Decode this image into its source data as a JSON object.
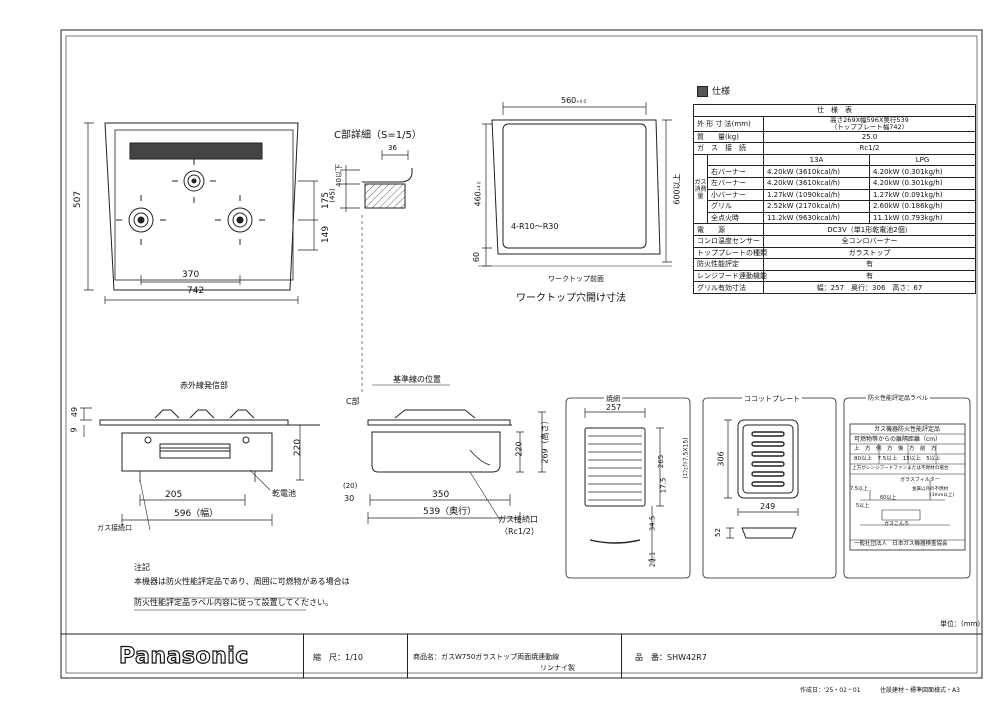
{
  "spec": {
    "header": "仕様",
    "table_title": "仕　様　表",
    "rows": {
      "size_label": "外 形 寸 法(mm)",
      "size_value": "高さ269X幅596X奥行539",
      "size_value2": "（トッププレート幅742）",
      "weight_label": "質　　量(kg)",
      "weight_value": "25.0",
      "gas_conn_label": "ガ　ス　接　続",
      "gas_conn_value": "Rc1/2",
      "gas_consumption_label": "ガス消費量",
      "col_13a": "13A",
      "col_lpg": "LPG",
      "burners": [
        {
          "name": "右バーナー",
          "a13": "4.20kW (3610kcal/h)",
          "lpg": "4.20kW (0.301kg/h)"
        },
        {
          "name": "左バーナー",
          "a13": "4.20kW (3610kcal/h)",
          "lpg": "4.20kW (0.301kg/h)"
        },
        {
          "name": "小バーナー",
          "a13": "1.27kW (1090kcal/h)",
          "lpg": "1.27kW (0.091kg/h)"
        },
        {
          "name": "グリル",
          "a13": "2.52kW (2170kcal/h)",
          "lpg": "2.60kW (0.186kg/h)"
        },
        {
          "name": "全点火時",
          "a13": "11.2kW (9630kcal/h)",
          "lpg": "11.1kW (0.793kg/h)"
        }
      ],
      "power_label": "電　　源",
      "power_value": "DC3V（単1形乾電池2個）",
      "sensor_label": "コンロ温度センサー",
      "sensor_value": "全コンロバーナー",
      "top_label": "トッププレートの種類",
      "top_value": "ガラストップ",
      "fire_label": "防火性能評定",
      "fire_value": "有",
      "hood_label": "レンジフード連動機能",
      "hood_value": "有",
      "grill_label": "グリル有効寸法",
      "grill_value": "幅：257　奥行：306　高さ：67"
    }
  },
  "drawing": {
    "dims_top": {
      "d507": "507",
      "d175": "175",
      "d149": "149",
      "d370": "370",
      "d742": "742"
    },
    "detail": {
      "title": "C部詳細（S=1/5）",
      "d36": "36",
      "d40": "40以下",
      "d45": "(45)"
    },
    "cutout": {
      "title": "ワークトップ穴開け寸法",
      "d560": "560",
      "d560_tol": "+4 0",
      "d460": "460",
      "d460_tol": "+4 0",
      "d600": "600以上",
      "d60": "60",
      "radius": "4-R10～R30",
      "front": "ワークトップ前面"
    },
    "front_view": {
      "ir_label": "赤外線発信部",
      "d49": "49",
      "d9": "9",
      "d220": "220",
      "d205": "205",
      "d596": "596（幅）",
      "battery": "乾電池",
      "gas_inlet": "ガス接続口"
    },
    "side_view": {
      "baseline": "基準線の位置",
      "c_part": "C部",
      "d220": "220",
      "d269": "269（高さ）",
      "d20": "(20)",
      "d30": "30",
      "d350": "350",
      "d539": "539（奥行）",
      "gas_inlet": "ガス接続口",
      "rc": "（Rc1/2）"
    },
    "grill_net": {
      "title": "焼網",
      "d257": "257",
      "d265": "265",
      "d175": "17.5",
      "d_eff": "(ｴﾌｪｸﾄ7.5X15)",
      "d345": "34.5",
      "d201": "20.1"
    },
    "cocotte": {
      "title": "ココットプレート",
      "d306": "306",
      "d249": "249",
      "d52": "52"
    },
    "label": {
      "title": "防火性能評定品ラベル",
      "l1": "ガス機器防火性能評定品",
      "l2": "可燃物等からの離隔距離（cm）",
      "l3": "上　方　側　方　後　方　前　方",
      "l4": "80以上　7.5以上　15以上　5以上",
      "l5": "上方がレンジフードファンまたは不燃材の場合",
      "filter": "ガラスフィルター",
      "metal": "金属以外の不燃材",
      "metal2": "(3mm以上)",
      "k1": "7.5以上",
      "k2": "60以上",
      "k3": "5以上",
      "k4": "ガスこんろ",
      "foot": "一般社団法人　日本ガス機器検査協会"
    },
    "notes": {
      "title": "注記",
      "line1": "本機器は防火性能評定品であり、周囲に可燃物がある場合は",
      "line2": "防火性能評定品ラベル内容に従って設置してください。"
    },
    "unit": "単位：(mm)"
  },
  "title_block": {
    "brand": "Panasonic",
    "scale": "縮　尺：1/10",
    "product": "商品名：ガスW750ガラストップ両面焼連動線",
    "maker": "リンナイ製",
    "model": "品　番：SHW42R7",
    "date": "作成日：'25・02・01",
    "dept": "住設建材・標準図面様式・A3"
  }
}
